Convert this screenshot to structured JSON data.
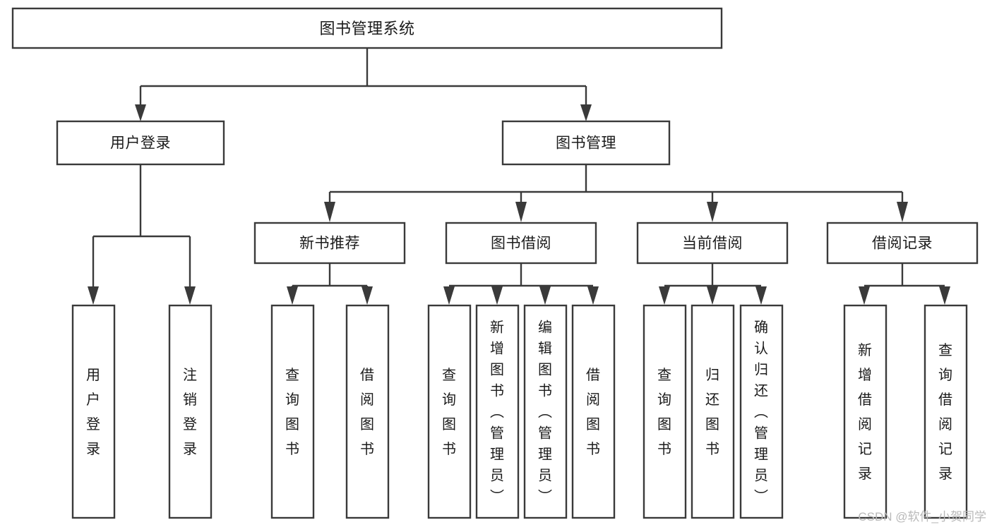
{
  "diagram": {
    "type": "tree-hierarchy-flowchart",
    "title": "图书管理系统",
    "root": {
      "id": "root",
      "label": "图书管理系统",
      "level": 1
    },
    "level2": [
      {
        "id": "user-login",
        "label": "用户登录"
      },
      {
        "id": "book-manage",
        "label": "图书管理"
      }
    ],
    "level3": [
      {
        "id": "new-book-recommend",
        "label": "新书推荐",
        "parent": "book-manage"
      },
      {
        "id": "book-borrow",
        "label": "图书借阅",
        "parent": "book-manage"
      },
      {
        "id": "current-borrow",
        "label": "当前借阅",
        "parent": "book-manage"
      },
      {
        "id": "borrow-record",
        "label": "借阅记录",
        "parent": "book-manage"
      }
    ],
    "leaves": [
      {
        "id": "leaf-user-login",
        "label": "用户登录",
        "parent": "user-login"
      },
      {
        "id": "leaf-user-logout",
        "label": "注销登录",
        "parent": "user-login"
      },
      {
        "id": "leaf-query-book-1",
        "label": "查询图书",
        "parent": "new-book-recommend"
      },
      {
        "id": "leaf-borrow-book-1",
        "label": "借阅图书",
        "parent": "new-book-recommend"
      },
      {
        "id": "leaf-query-book-2",
        "label": "查询图书",
        "parent": "book-borrow"
      },
      {
        "id": "leaf-add-book",
        "label": "新增图书（管理员）",
        "parent": "book-borrow"
      },
      {
        "id": "leaf-edit-book",
        "label": "编辑图书（管理员）",
        "parent": "book-borrow"
      },
      {
        "id": "leaf-borrow-book-2",
        "label": "借阅图书",
        "parent": "book-borrow"
      },
      {
        "id": "leaf-query-book-3",
        "label": "查询图书",
        "parent": "current-borrow"
      },
      {
        "id": "leaf-return-book",
        "label": "归还图书",
        "parent": "current-borrow"
      },
      {
        "id": "leaf-confirm-return",
        "label": "确认归还（管理员）",
        "parent": "current-borrow"
      },
      {
        "id": "leaf-add-record",
        "label": "新增借阅记录",
        "parent": "borrow-record"
      },
      {
        "id": "leaf-query-record",
        "label": "查询借阅记录",
        "parent": "borrow-record"
      }
    ],
    "watermark": "CSDN @软件_小贺同学",
    "colors": {
      "stroke": "#3a3a3a",
      "fill": "#ffffff",
      "text": "#1b1b1b",
      "watermark": "#b9b9b9",
      "background": "#ffffff"
    }
  }
}
